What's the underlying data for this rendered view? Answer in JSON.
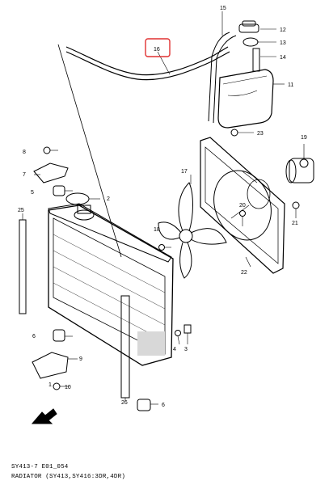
{
  "diagram": {
    "callouts": {
      "p1": "1",
      "p2": "2",
      "p3": "3",
      "p4": "4",
      "p5": "5",
      "p6a": "6",
      "p6b": "6",
      "p7": "7",
      "p8": "8",
      "p9": "9",
      "p10": "10",
      "p11": "11",
      "p12": "12",
      "p13": "13",
      "p14": "14",
      "p15": "15",
      "p16": "16",
      "p17": "17",
      "p18": "18",
      "p19": "19",
      "p20": "20",
      "p21": "21",
      "p22": "22",
      "p23": "23",
      "p25": "25",
      "p26": "26"
    },
    "highlight_color": "#e03030"
  },
  "footer": {
    "code": "SY413-7 E01_054",
    "title": "RADIATOR (SY413,SY416:3DR,4DR)"
  }
}
